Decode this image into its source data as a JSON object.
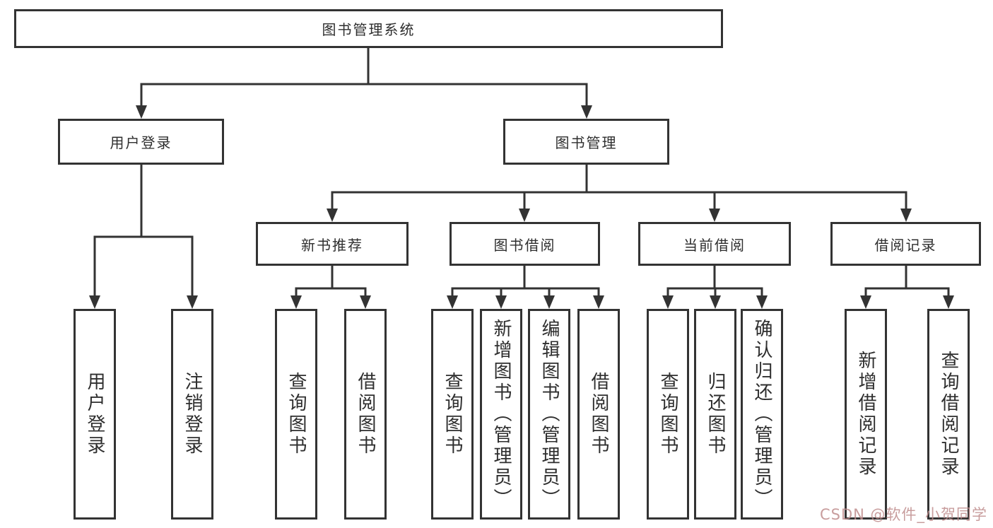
{
  "diagram": {
    "root": "图书管理系统",
    "login_branch": {
      "label": "用户登录",
      "children": [
        "用户登录",
        "注销登录"
      ]
    },
    "management_branch": {
      "label": "图书管理",
      "groups": [
        {
          "label": "新书推荐",
          "children": [
            "查询图书",
            "借阅图书"
          ]
        },
        {
          "label": "图书借阅",
          "children": [
            "查询图书",
            "新增图书（管理员）",
            "编辑图书（管理员）",
            "借阅图书"
          ]
        },
        {
          "label": "当前借阅",
          "children": [
            "查询图书",
            "归还图书",
            "确认归还（管理员）"
          ]
        },
        {
          "label": "借阅记录",
          "children": [
            "新增借阅记录",
            "查询借阅记录"
          ]
        }
      ]
    }
  },
  "watermark": "CSDN @软件_小贺同学",
  "colors": {
    "line": "#333333",
    "text": "#2e2e2e",
    "box_background": "#ffffff",
    "page_background": "#ffffff",
    "watermark": "#be8c8c"
  }
}
